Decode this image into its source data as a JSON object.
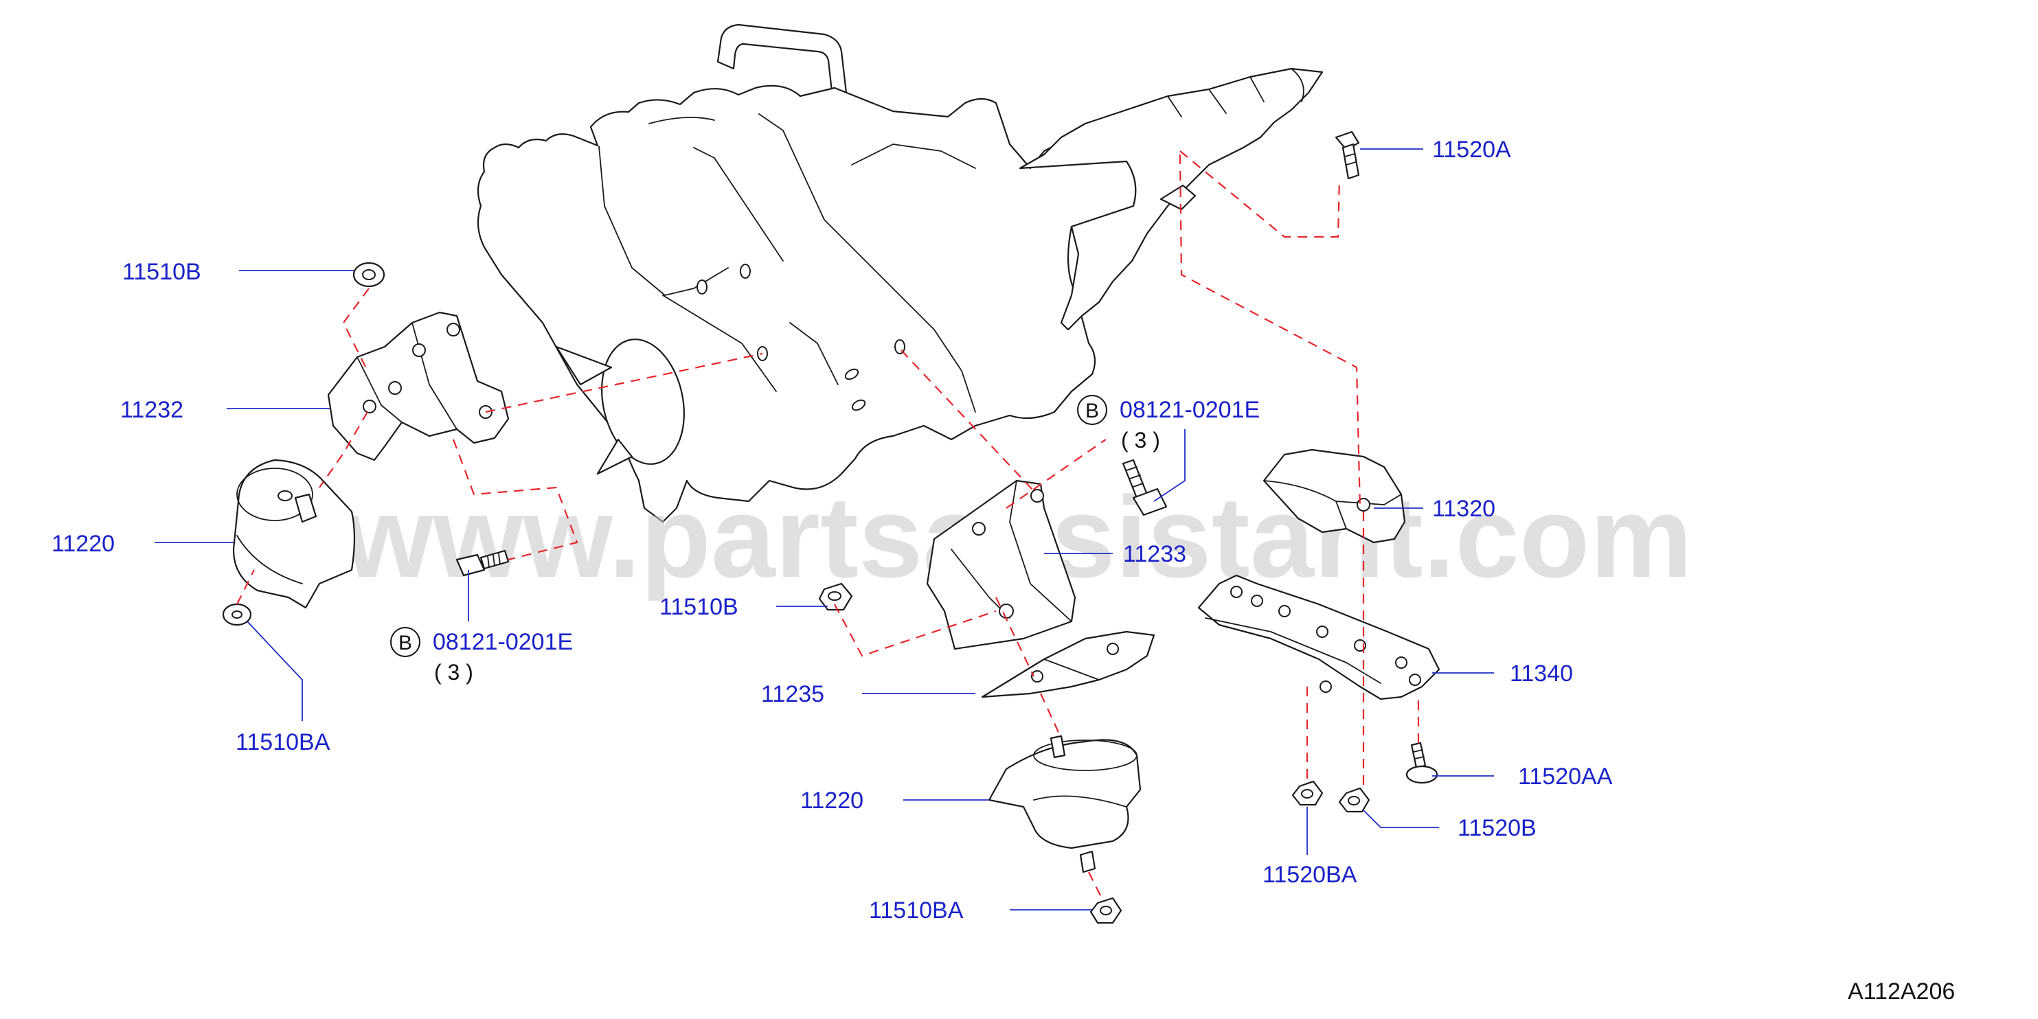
{
  "watermark": "www.partsassistant.com",
  "diagram_code": "A112A206",
  "callouts": {
    "p11510B_top": "11510B",
    "p11232": "11232",
    "p11220_left": "11220",
    "p11510BA_left": "11510BA",
    "bolt_left_badge": "B",
    "bolt_left_part": "08121-0201E",
    "bolt_left_qty": "( 3 )",
    "bolt_right_badge": "B",
    "bolt_right_part": "08121-0201E",
    "bolt_right_qty": "( 3 )",
    "p11233": "11233",
    "p11510B_mid": "11510B",
    "p11235": "11235",
    "p11220_center": "11220",
    "p11510BA_center": "11510BA",
    "p11520A": "11520A",
    "p11320": "11320",
    "p11340": "11340",
    "p11520AA": "11520AA",
    "p11520B": "11520B",
    "p11520BA": "11520BA"
  },
  "colors": {
    "label": "#1a22c9",
    "leader": "#1f2fc4",
    "dash": "#e8262b",
    "outline": "#1a1a1a"
  }
}
